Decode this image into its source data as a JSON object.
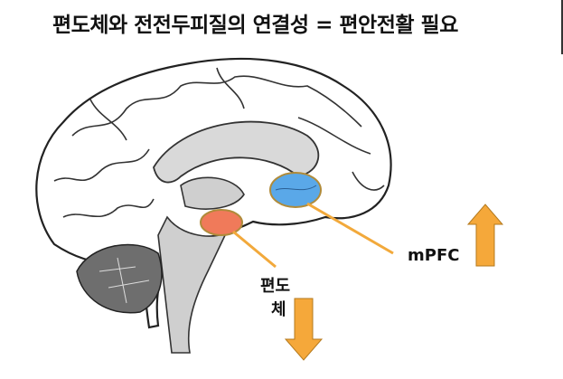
{
  "slide": {
    "title": "편도체와 전전두피질의 연결성 = 편안전활 필요",
    "labels": {
      "mpfc": "mPFC",
      "amygdala_line1": "편도",
      "amygdala_line2": "체"
    },
    "colors": {
      "mpfc_fill": "#5aa8e8",
      "amygdala_fill": "#f07a5a",
      "arrow_fill": "#f5a83a",
      "connector_line": "#f2a93b"
    },
    "indicators": {
      "mpfc": "up-arrow-icon",
      "amygdala": "down-arrow-icon"
    }
  }
}
